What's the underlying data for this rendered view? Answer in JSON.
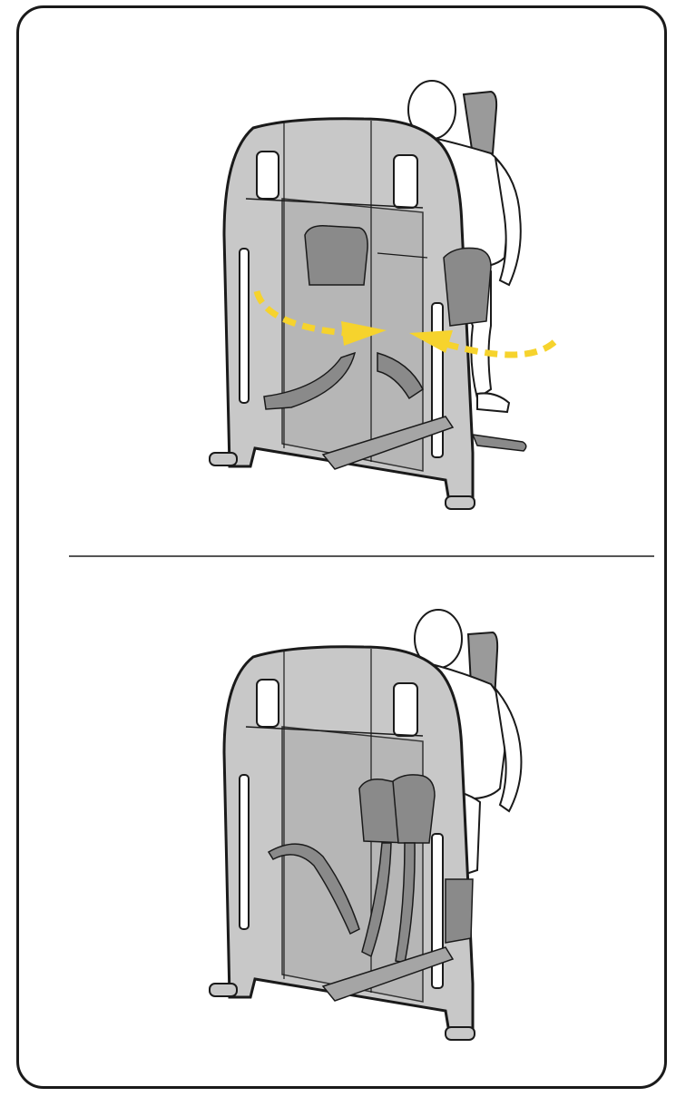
{
  "illustration": {
    "subject": "seated-chest-press-machine-usage-diagram",
    "panels": [
      {
        "id": "start-position",
        "icons": [
          "machine-frame-icon",
          "seated-user-icon",
          "motion-arrow-icon"
        ]
      },
      {
        "id": "end-position",
        "icons": [
          "machine-frame-icon",
          "seated-user-icon"
        ]
      }
    ]
  },
  "colors": {
    "frame_fill": "#c8c8c8",
    "frame_stroke": "#1a1a1a",
    "shroud_fill": "#b4b4b4",
    "dark_parts": "#8a8a8a",
    "arrow_yellow": "#f6d32d",
    "outline": "#1a1a1a",
    "divider": "#555555"
  }
}
